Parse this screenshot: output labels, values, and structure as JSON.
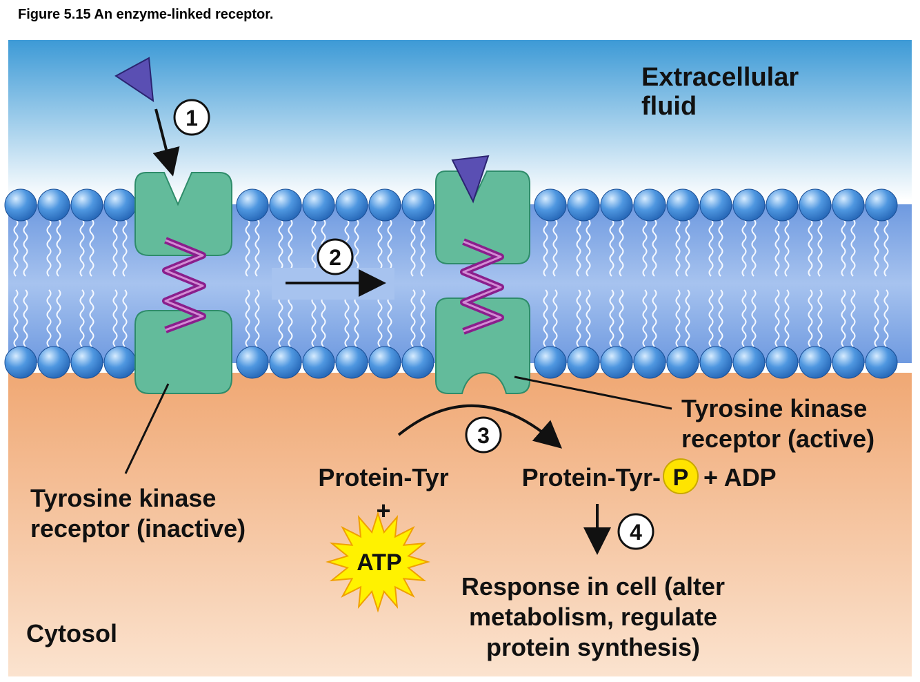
{
  "figure": {
    "caption": "Figure 5.15  An enzyme-linked receptor."
  },
  "regions": {
    "extracellular": [
      "Extracellular",
      "fluid"
    ],
    "cytosol": "Cytosol"
  },
  "steps": [
    "1",
    "2",
    "3",
    "4"
  ],
  "labels": {
    "receptor_inactive": [
      "Tyrosine kinase",
      "receptor (inactive)"
    ],
    "receptor_active": [
      "Tyrosine kinase",
      "receptor (active)"
    ],
    "substrate": "Protein-Tyr",
    "plus": "+",
    "atp": "ATP",
    "product": "Protein-Tyr-",
    "phosphate": "P",
    "plus_adp": "+ ADP",
    "response": [
      "Response in cell (alter",
      "metabolism, regulate",
      "protein synthesis)"
    ]
  },
  "colors": {
    "extracellular_top": "#3d9ad6",
    "extracellular_bottom": "#ffffff",
    "cytosol_top": "#f0a874",
    "cytosol_bottom": "#fbe3cf",
    "membrane": "#6f9ae0",
    "phospholipid_head": "#3a84d6",
    "receptor": "#63bb9b",
    "receptor_edge": "#2e8c6a",
    "helix": "#8a1e8c",
    "ligand": "#5a4fb3",
    "phosphate": "#ffe400",
    "atp_burst": "#fff200"
  },
  "icons": {
    "ligand": "triangle-ligand-icon",
    "atp": "starburst-icon",
    "phosphate": "circle-badge-icon"
  }
}
